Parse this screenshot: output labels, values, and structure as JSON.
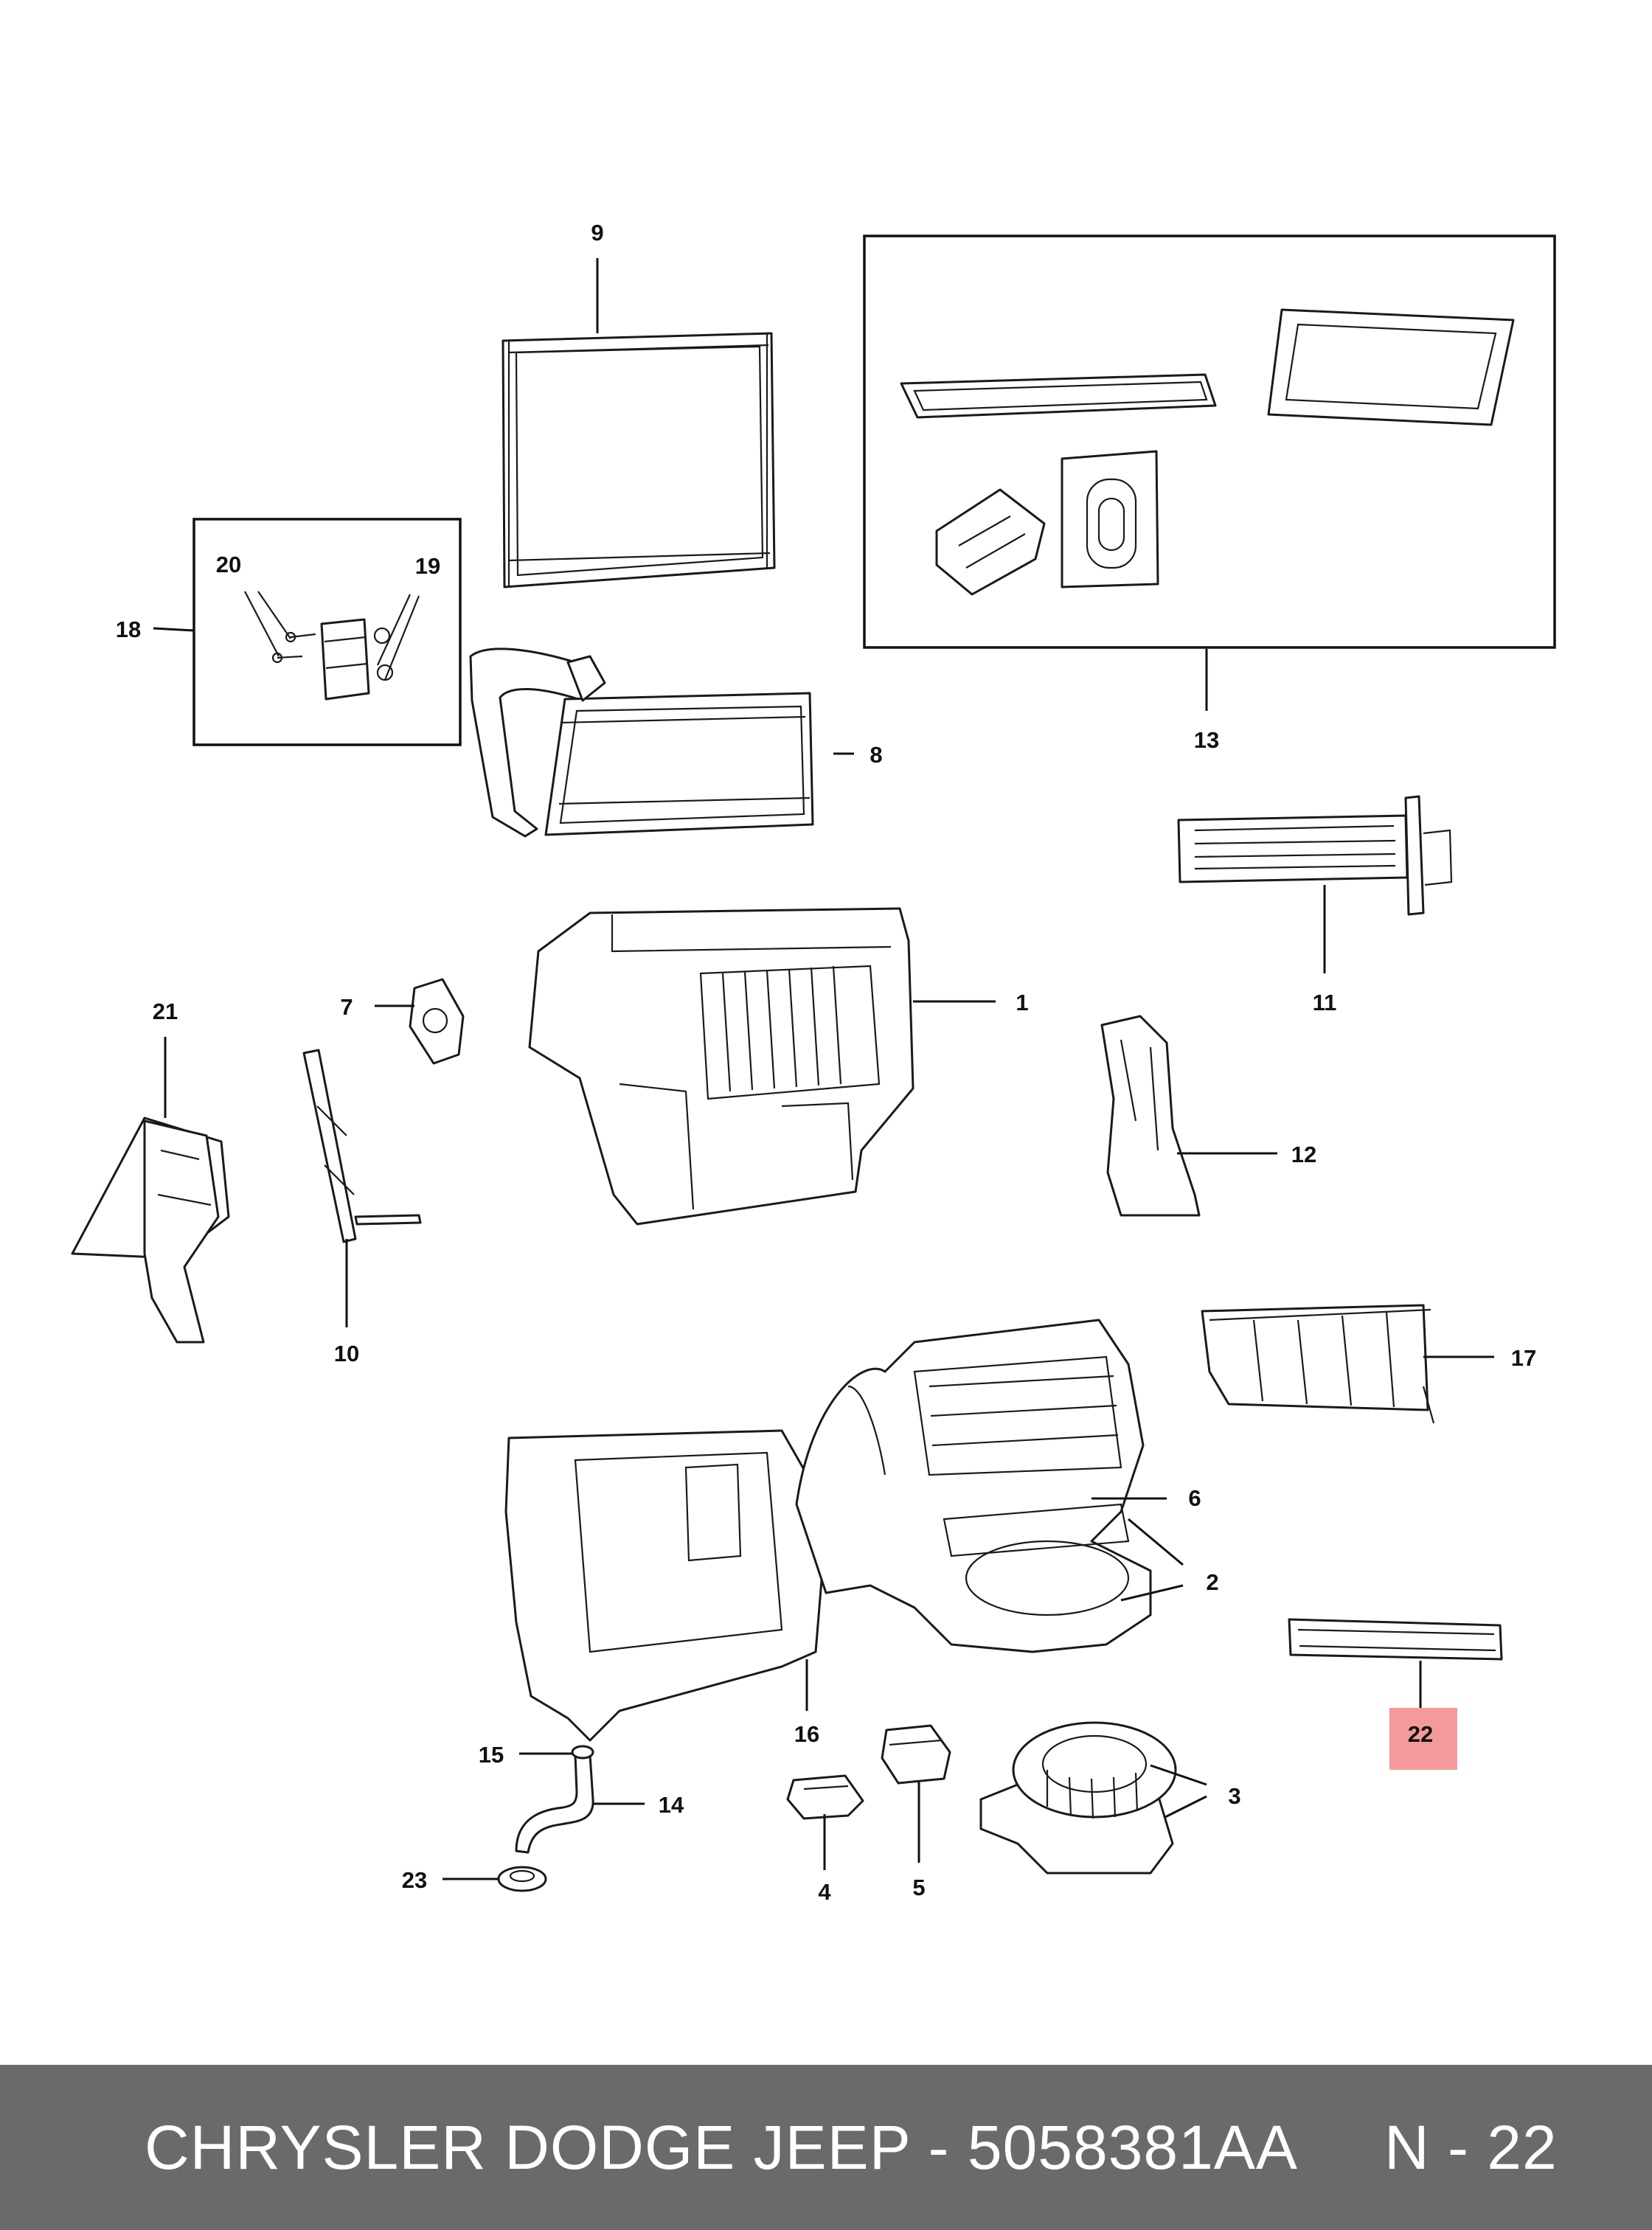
{
  "diagram": {
    "callouts": [
      {
        "id": "c1",
        "label": "1"
      },
      {
        "id": "c2",
        "label": "2"
      },
      {
        "id": "c3",
        "label": "3"
      },
      {
        "id": "c4",
        "label": "4"
      },
      {
        "id": "c5",
        "label": "5"
      },
      {
        "id": "c6",
        "label": "6"
      },
      {
        "id": "c7",
        "label": "7"
      },
      {
        "id": "c8",
        "label": "8"
      },
      {
        "id": "c9",
        "label": "9"
      },
      {
        "id": "c10",
        "label": "10"
      },
      {
        "id": "c11",
        "label": "11"
      },
      {
        "id": "c12",
        "label": "12"
      },
      {
        "id": "c13",
        "label": "13"
      },
      {
        "id": "c14",
        "label": "14"
      },
      {
        "id": "c15",
        "label": "15"
      },
      {
        "id": "c16",
        "label": "16"
      },
      {
        "id": "c17",
        "label": "17"
      },
      {
        "id": "c18",
        "label": "18"
      },
      {
        "id": "c19",
        "label": "19"
      },
      {
        "id": "c20",
        "label": "20"
      },
      {
        "id": "c21",
        "label": "21"
      },
      {
        "id": "c22",
        "label": "22"
      },
      {
        "id": "c23",
        "label": "23"
      }
    ],
    "highlight": {
      "part": "22",
      "color": "#f59a9a"
    },
    "colors": {
      "line": "#1a1a1a",
      "background": "#ffffff"
    }
  },
  "footer": {
    "text": "CHRYSLER DODGE JEEP - 5058381AA     N - 22",
    "background": "#6a6a6a",
    "color": "#ffffff"
  }
}
